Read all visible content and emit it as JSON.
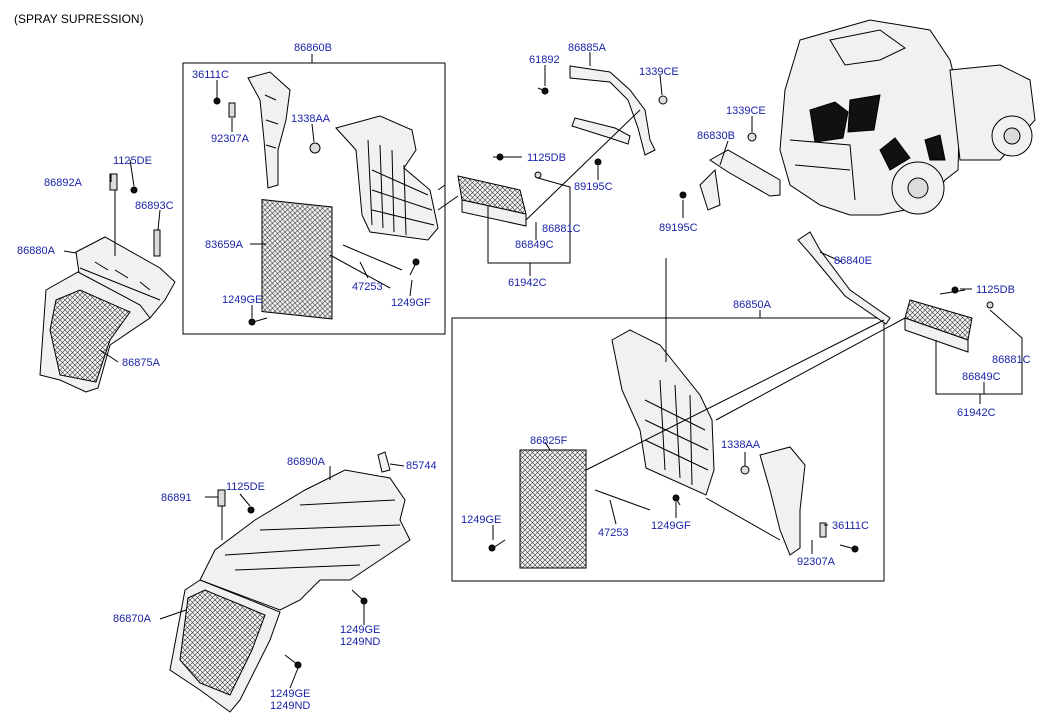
{
  "header": "(SPRAY SUPRESSION)",
  "labels": {
    "l86860B": "86860B",
    "l36111C_a": "36111C",
    "l92307A_a": "92307A",
    "l1338AA_a": "1338AA",
    "l83659A": "83659A",
    "l1249GE_a": "1249GE",
    "l47253_a": "47253",
    "l1249GF_a": "1249GF",
    "l86885A": "86885A",
    "l61892": "61892",
    "l1339CE_a": "1339CE",
    "l1125DB_a": "1125DB",
    "l89195C_a": "89195C",
    "l86881C_a": "86881C",
    "l86849C_a": "86849C",
    "l61942C_a": "61942C",
    "l1125DE_a": "1125DE",
    "l86892A": "86892A",
    "l86893C": "86893C",
    "l86880A": "86880A",
    "l86875A": "86875A",
    "l1339CE_b": "1339CE",
    "l86830B": "86830B",
    "l89195C_b": "89195C",
    "l86840E": "86840E",
    "l1125DB_b": "1125DB",
    "l86881C_b": "86881C",
    "l86849C_b": "86849C",
    "l61942C_b": "61942C",
    "l86850A": "86850A",
    "l86825F": "86825F",
    "l1338AA_b": "1338AA",
    "l1249GE_b": "1249GE",
    "l47253_b": "47253",
    "l1249GF_b": "1249GF",
    "l36111C_b": "36111C",
    "l92307A_b": "92307A",
    "l86890A": "86890A",
    "l85744": "85744",
    "l86891": "86891",
    "l1125DE_b": "1125DE",
    "l86870A": "86870A",
    "l1249GE_c": "1249GE",
    "l1249ND_a": "1249ND",
    "l1249GE_d": "1249GE",
    "l1249ND_b": "1249ND"
  }
}
